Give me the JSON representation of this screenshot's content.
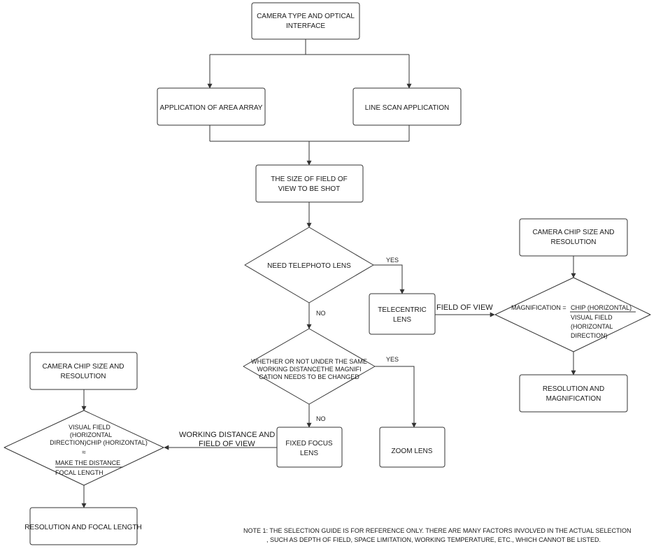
{
  "nodes": {
    "camera_type": [
      "CAMERA TYPE AND OPTICAL",
      "INTERFACE"
    ],
    "area_array": "APPLICATION OF AREA ARRAY",
    "line_scan": "LINE SCAN APPLICATION",
    "field_size": [
      "THE SIZE OF FIELD OF",
      "VIEW TO BE SHOT"
    ],
    "need_telephoto": "NEED TELEPHOTO LENS",
    "telecentric": [
      "TELECENTRIC",
      "LENS"
    ],
    "same_wd": [
      "WHETHER OR NOT UNDER THE SAME",
      "WORKING DISTANCETHE MAGNIFI",
      "CATION NEEDS TO BE CHANGED"
    ],
    "fixed_focus": [
      "FIXED FOCUS",
      "LENS"
    ],
    "zoom": "ZOOM LENS",
    "chip_right": [
      "CAMERA CHIP SIZE AND",
      "RESOLUTION"
    ],
    "magnification": {
      "prefix": "MAGNIFICATION =",
      "numerator": "CHIP (HORIZONTAL)",
      "denominator": [
        "VISUAL FIELD",
        "(HORIZONTAL",
        "DIRECTION)"
      ]
    },
    "res_mag": [
      "RESOLUTION AND",
      "MAGNIFICATION"
    ],
    "chip_left": [
      "CAMERA CHIP SIZE AND",
      "RESOLUTION"
    ],
    "focal_formula": {
      "lines": [
        "VISUAL FIELD",
        "(HORIZONTAL",
        "DIRECTION)CHIP (HORIZONTAL)"
      ],
      "approx": "≈",
      "numerator": "MAKE THE DISTANCE",
      "denominator": "FOCAL LENGTH"
    },
    "res_focal": "RESOLUTION AND FOCAL LENGTH"
  },
  "edges": {
    "yes_telephoto": "YES",
    "no_telephoto": "NO",
    "yes_same_wd": "YES",
    "no_same_wd": "NO",
    "field_of_view": "FIELD OF VIEW",
    "wd_fov": [
      "WORKING DISTANCE AND",
      "FIELD OF VIEW"
    ]
  },
  "note": [
    "NOTE 1: THE SELECTION GUIDE IS FOR REFERENCE ONLY. THERE ARE MANY FACTORS INVOLVED IN THE ACTUAL SELECTION",
    ", SUCH AS DEPTH OF FIELD, SPACE LIMITATION, WORKING TEMPERATURE, ETC., WHICH CANNOT BE LISTED."
  ],
  "colors": {
    "stroke": "#333333",
    "text": "#1a1a1a",
    "background": "#ffffff"
  }
}
